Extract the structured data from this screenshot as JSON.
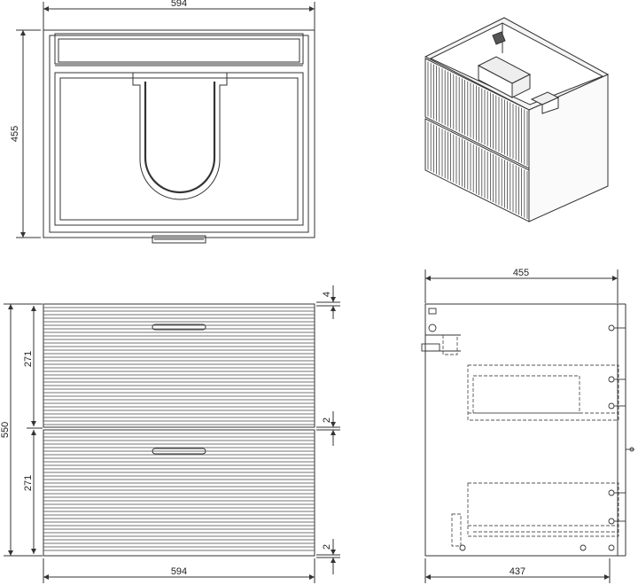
{
  "colors": {
    "line": "#333333",
    "dash": "#555555",
    "fill": "#ffffff",
    "shade": "#e8e8e8"
  },
  "top_view": {
    "width_label": "594",
    "depth_label": "455"
  },
  "front_view": {
    "height_label": "550",
    "drawer_top_label": "271",
    "drawer_bottom_label": "271",
    "top_gap_label": "4",
    "mid_gap_label": "2",
    "bottom_gap_label": "2",
    "width_label": "594"
  },
  "side_view": {
    "depth_top_label": "455",
    "depth_bottom_label": "437"
  }
}
